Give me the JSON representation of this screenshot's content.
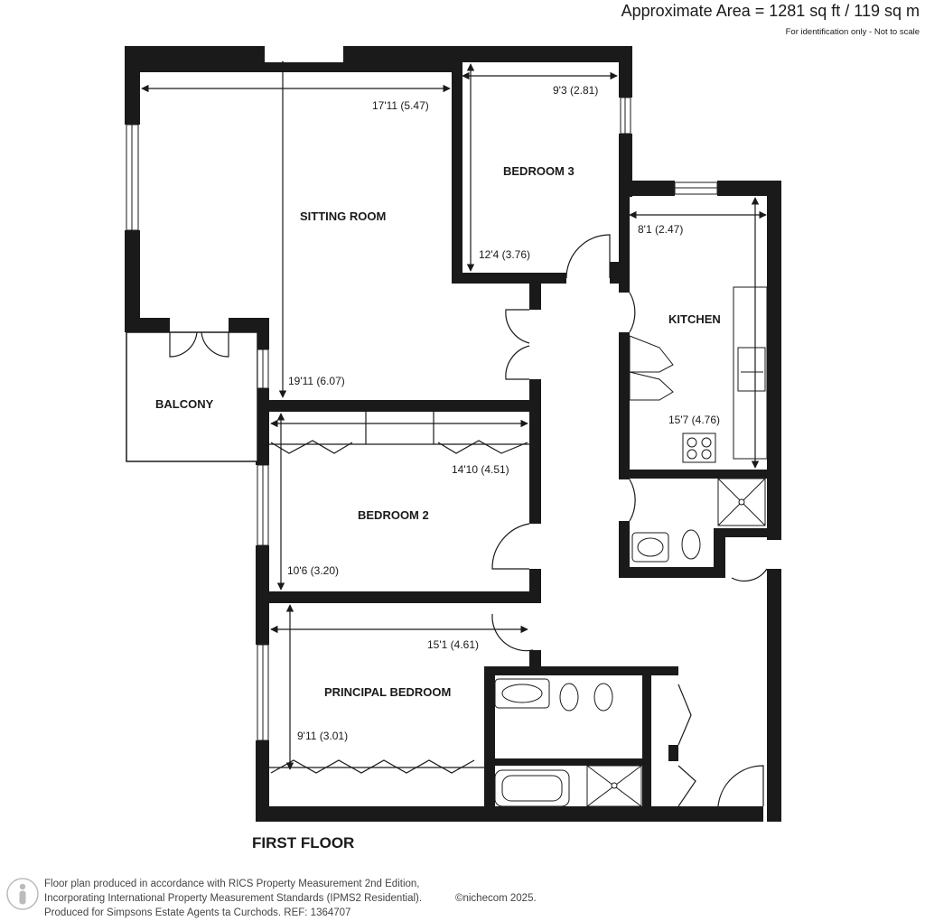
{
  "header": {
    "area": "Approximate Area = 1281 sq ft / 119 sq m",
    "note": "For identification only - Not to scale"
  },
  "plan": {
    "floor": "FIRST FLOOR",
    "rooms": {
      "sitting_room": {
        "label": "SITTING ROOM",
        "width": "17'11 (5.47)",
        "length": "19'11 (6.07)"
      },
      "bedroom_3": {
        "label": "BEDROOM 3",
        "width": "9'3 (2.81)",
        "length": "12'4 (3.76)"
      },
      "kitchen": {
        "label": "KITCHEN",
        "width": "8'1 (2.47)",
        "length": "15'7 (4.76)"
      },
      "balcony": {
        "label": "BALCONY"
      },
      "bedroom_2": {
        "label": "BEDROOM 2",
        "width": "14'10 (4.51)",
        "length": "10'6 (3.20)"
      },
      "principal_bedroom": {
        "label": "PRINCIPAL BEDROOM",
        "width": "15'1 (4.61)",
        "length": "9'11 (3.01)"
      }
    }
  },
  "footer": {
    "line1": "Floor plan produced in accordance with RICS Property Measurement 2nd Edition,",
    "line2": "Incorporating International Property Measurement Standards (IPMS2 Residential).",
    "brand": "©nichecom 2025.",
    "line3": "Produced for Simpsons Estate Agents ta Curchods.   REF:  1364707"
  }
}
